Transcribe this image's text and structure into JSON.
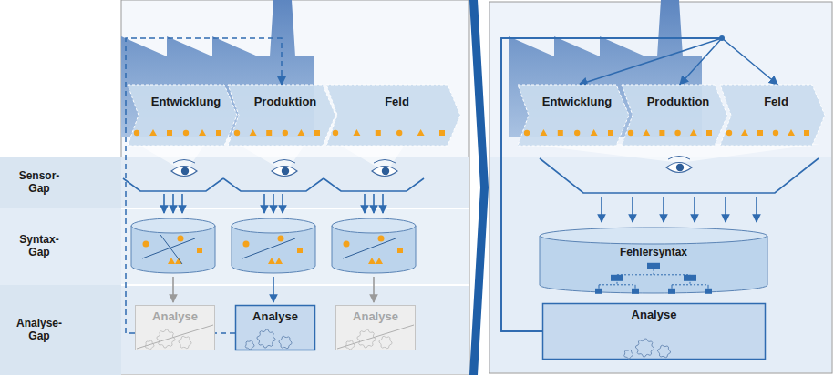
{
  "diagram": {
    "nodes": [
      {
        "text": [
          "Sensor-Gap"
        ]
      },
      {
        "text": [
          "Syntax-Gap"
        ]
      },
      {
        "text": [
          "Analyse-Gap"
        ]
      },
      {
        "text": [
          "Entwicklung"
        ]
      },
      {
        "text": [
          "Produktion"
        ]
      },
      {
        "text": [
          "Feld"
        ]
      },
      {
        "text": [
          "Analyse"
        ]
      },
      {
        "text": [
          "Analyse"
        ]
      },
      {
        "text": [
          "Analyse"
        ]
      },
      {
        "text": [
          "Entwicklung"
        ]
      },
      {
        "text": [
          "Produktion"
        ]
      },
      {
        "text": [
          "Feld"
        ]
      },
      {
        "text": [
          "Fehlersyntax"
        ]
      },
      {
        "text": [
          "Analyse"
        ]
      }
    ],
    "edges": [
      {
        "from": 7,
        "to": 4,
        "arrow": "to"
      },
      {
        "from": 13,
        "to": 9,
        "arrow": "to"
      },
      {
        "from": 13,
        "to": 10,
        "arrow": "to"
      },
      {
        "from": 13,
        "to": 11,
        "arrow": "to"
      }
    ]
  }
}
